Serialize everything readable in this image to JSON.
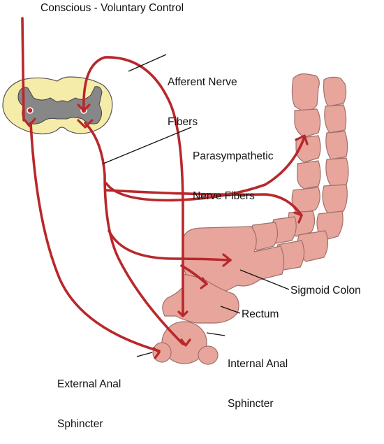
{
  "labels": {
    "conscious": "Conscious - Voluntary Control",
    "afferent_line1": "Afferent Nerve",
    "afferent_line2": "Fibers",
    "parasympathetic_line1": "Parasympathetic",
    "parasympathetic_line2": "Nerve Fibers",
    "sigmoid_colon": "Sigmoid Colon",
    "rectum": "Rectum",
    "internal_line1": "Internal Anal",
    "internal_line2": "Sphincter",
    "external_line1": "External Anal",
    "external_line2": "Sphincter"
  },
  "colors": {
    "nerve": "#b8282b",
    "tissue": "#e7a59c",
    "tissue_outline": "#a0706a",
    "spinal_white": "#f6ecaa",
    "spinal_grey": "#878787",
    "leader": "#111111"
  }
}
